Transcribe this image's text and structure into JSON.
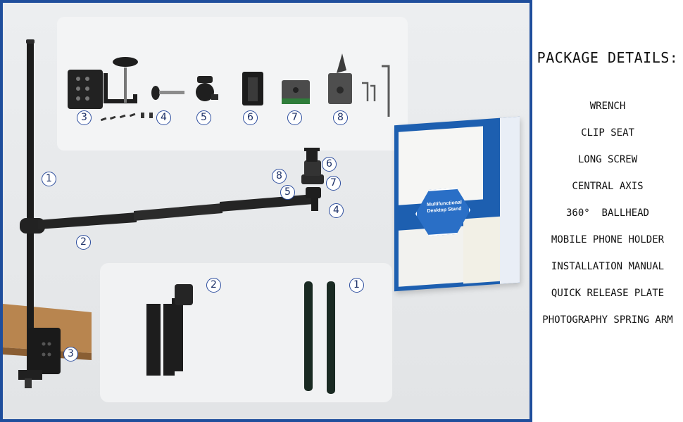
{
  "package_details": {
    "title": "PACKAGE DETAILS:",
    "items": [
      "WRENCH",
      "CLIP SEAT",
      "LONG SCREW",
      "CENTRAL AXIS",
      "360°  BALLHEAD",
      "MOBILE PHONE HOLDER",
      "INSTALLATION MANUAL",
      "QUICK RELEASE PLATE",
      "PHOTOGRAPHY SPRING ARM"
    ]
  },
  "badges": {
    "top_box": [
      "3",
      "4",
      "5",
      "6",
      "7",
      "8"
    ],
    "assembly": [
      "1",
      "2",
      "3",
      "4",
      "5",
      "6",
      "7",
      "8"
    ],
    "bottom_box": [
      "2",
      "1"
    ]
  },
  "brochure": {
    "hex_text": "Multifunctional Desktop Stand"
  },
  "colors": {
    "frame_blue": "#1f4e9c",
    "badge_blue": "#2c4d9e",
    "brochure_blue": "#1d5fb0"
  }
}
